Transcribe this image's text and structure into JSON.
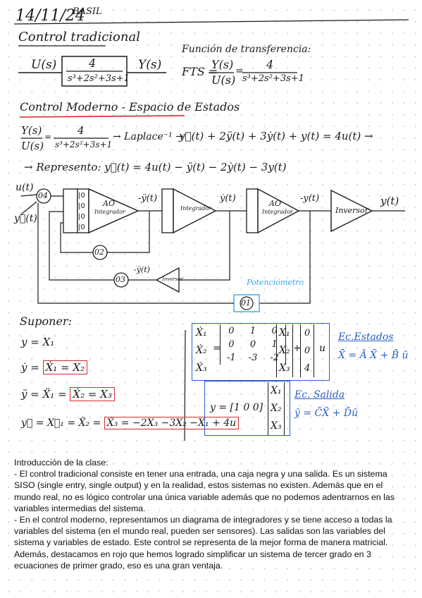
{
  "header": {
    "date": "14/11/24",
    "name": "BASIL"
  },
  "traditional": {
    "title": "Control tradicional",
    "input": "U(s)",
    "block_num": "4",
    "block_den": "s³+2s²+3s+1",
    "output": "Y(s)",
    "ft_label": "Función de transferencia:",
    "fts_lhs": "FTS =",
    "fts_num": "Y(s)",
    "fts_den": "U(s)",
    "fts_eq": "=",
    "fts_rhs_num": "4",
    "fts_rhs_den": "s³+2s²+3s+1"
  },
  "modern": {
    "title": "Control Moderno - Espacio de Estados",
    "frac_num": "Y(s)",
    "frac_den": "U(s)",
    "eq": "=",
    "rhs_num": "4",
    "rhs_den": "s³+2s²+3s+1",
    "laplace": "→ Laplace⁻¹ →",
    "diffeq": "y⃛(t) + 2ÿ(t) + 3ẏ(t) + y(t) = 4u(t) →",
    "represent": "→ Represento: y⃛(t) = 4u(t) − ÿ(t) − 2ẏ(t) − 3y(t)"
  },
  "diagram": {
    "u_label": "u(t)",
    "y3_label": "y⃛(t)",
    "sum_04": "04",
    "ao_label": "AO",
    "ao_sub": "Integrador",
    "sig1": "-ÿ(t)",
    "sig2": "ẏ(t)",
    "sig3": "-y(t)",
    "inv_label": "Inversor",
    "out_label": "y(t)",
    "fb_02": "02",
    "fb_03": "03",
    "fb_03_sig": "-ÿ(t)",
    "inv_small": "Inversor",
    "pot_label": "Potenciómetro",
    "fb_01": "01"
  },
  "suppose": {
    "title": "Suponer:",
    "l1": "y = X₁",
    "l2_a": "ẏ =",
    "l2_box": "Ẋ₁ = X₂",
    "l3_a": "ÿ = Ẍ₁ =",
    "l3_box": "Ẋ₂ = X₃",
    "l4_a": "y⃛ = X⃛₁ = Ẍ₂ =",
    "l4_box": "Ẋ₃ = −2X₃ −3X₂ −X₁ + 4u"
  },
  "state_eq": {
    "lhs": [
      "Ẋ₁",
      "Ẋ₂",
      "Ẋ₃"
    ],
    "eq": "=",
    "A": [
      [
        "0",
        "1",
        "0"
      ],
      [
        "0",
        "0",
        "1"
      ],
      [
        "-1",
        "-3",
        "-2"
      ]
    ],
    "x": [
      "X₁",
      "X₂",
      "X₃"
    ],
    "plus": "+",
    "B": [
      "0",
      "0",
      "4"
    ],
    "u": "u",
    "label": "Ec.Estados",
    "formula": "X̄̇ = Ā X̄ + B̄ ū"
  },
  "output_eq": {
    "lhs": "y =",
    "C": "[1 0 0]",
    "x": [
      "X₁",
      "X₂",
      "X₃"
    ],
    "label": "Ec. Salida",
    "formula": "ȳ = C̄X̄ + D̄ū"
  },
  "intro": {
    "heading": "Introducción de la clase:",
    "p1": "- El control tradicional consiste en tener una entrada, una caja negra y una salida. Es un sistema SISO (single entry, single output) y en la realidad, estos sistemas no existen. Además que en el mundo real, no es lógico controlar una única variable además que no podemos adentrarnos en las variables intermedias del sistema.",
    "p2": "- En el control moderno, representamos un diagrama de integradores y se tiene acceso a todas la variables del sistema (en el mundo real, pueden ser sensores). Las salidas son las variables del sistema y variables de estado. Este control se representa de la mejor forma de manera matricial. Además, destacamos en rojo que hemos logrado simplificar un sistema de tercer grado en 3 ecuaciones de primer grado, eso es una gran ventaja."
  },
  "colors": {
    "ink": "#1a1a1a",
    "red": "#d42b2b",
    "blue": "#2a5ec7",
    "cyan": "#39a7e6"
  }
}
